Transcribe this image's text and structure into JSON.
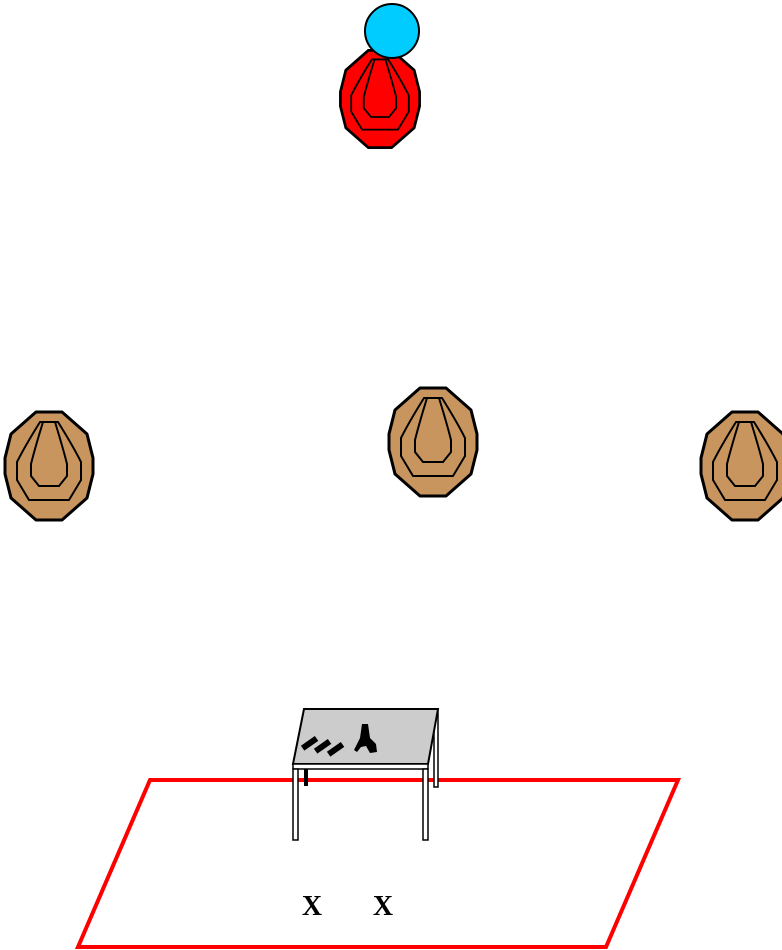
{
  "colors": {
    "background": "#ffffff",
    "target_cardboard": "#c8955f",
    "target_no_shoot": "#ff0000",
    "popper": "#00ccff",
    "shooting_box": "#ff0000",
    "table_top": "#cccccc",
    "outline": "#000000"
  },
  "elements": {
    "popper": {
      "icon": "popper-circle-icon"
    },
    "no_shoot_target": {
      "icon": "no-shoot-target-icon"
    },
    "targets": [
      {
        "icon": "paper-target-icon"
      },
      {
        "icon": "paper-target-icon"
      },
      {
        "icon": "paper-target-icon"
      }
    ],
    "table": {
      "icon": "table-icon",
      "items": [
        "magazine-icon",
        "magazine-icon",
        "magazine-icon",
        "pistol-icon"
      ]
    },
    "shooting_box": {
      "icon": "shooting-box-outline"
    },
    "start_marks": [
      "X",
      "X"
    ]
  }
}
